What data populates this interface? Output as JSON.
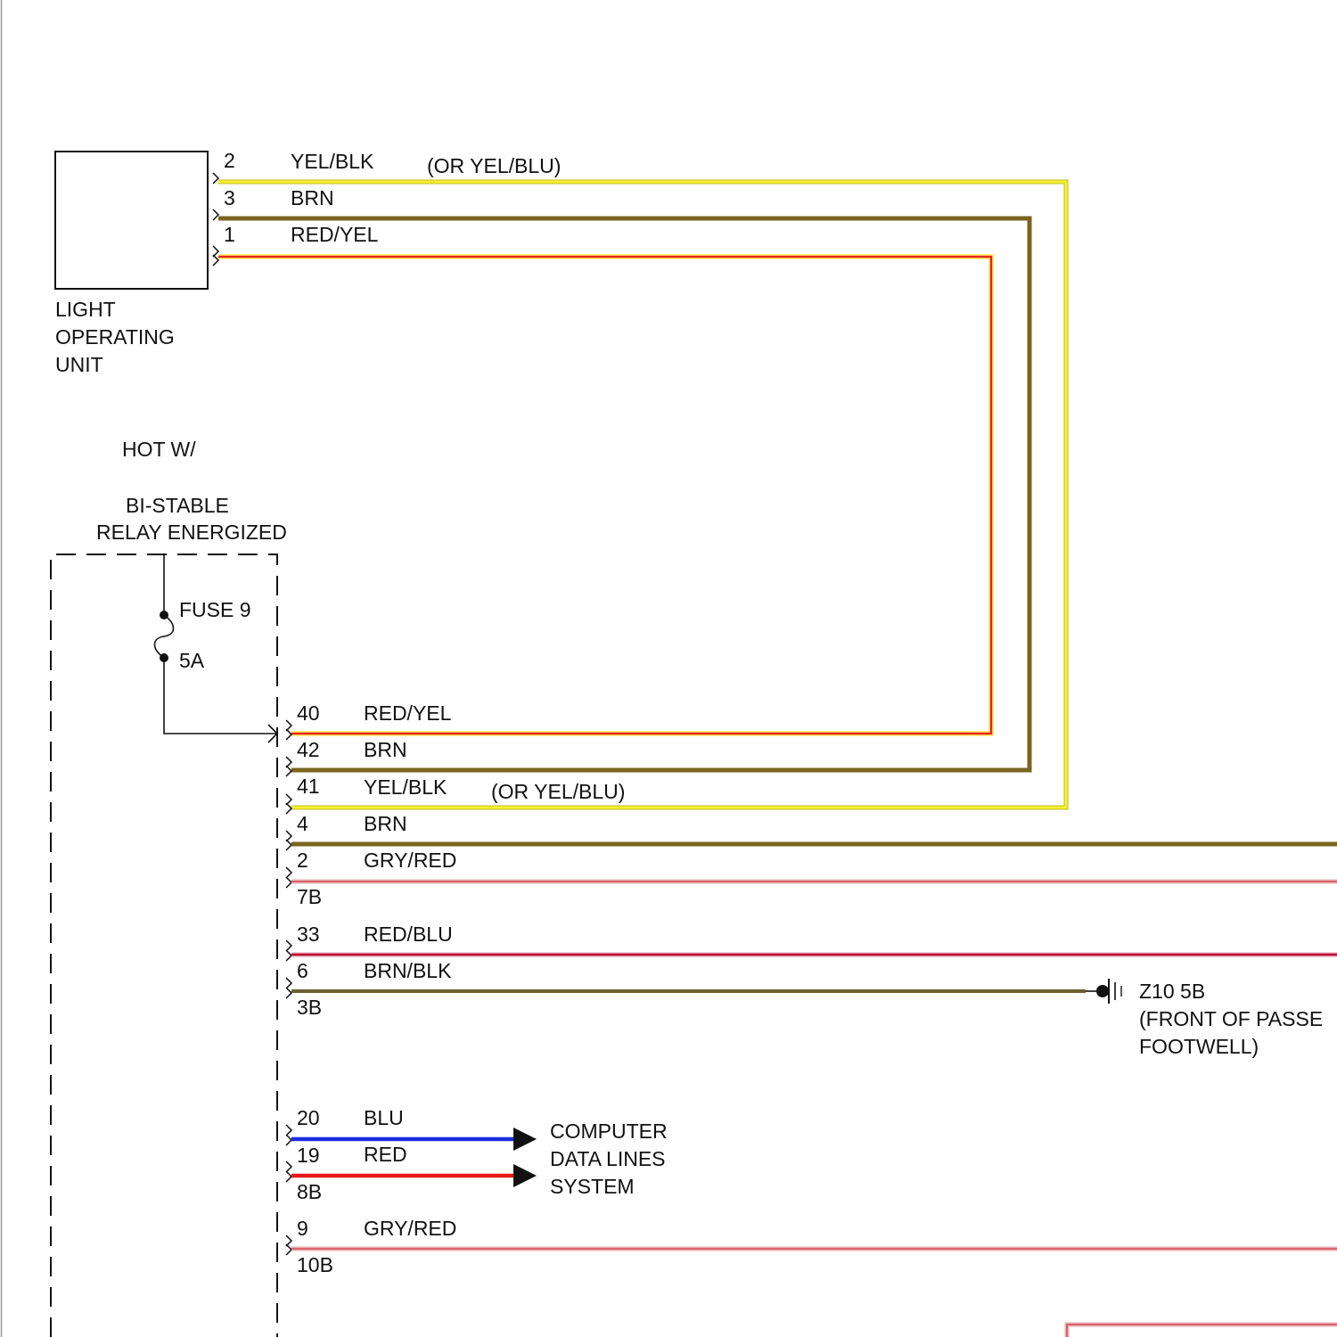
{
  "components": {
    "light_operating_unit": [
      "LIGHT",
      "OPERATING",
      "UNIT"
    ],
    "hot_note": [
      "HOT W/",
      "BI-STABLE",
      "RELAY ENERGIZED"
    ],
    "fuse": {
      "name": "FUSE 9",
      "rating": "5A"
    },
    "ground": {
      "id": "Z10 5B",
      "location_line1": "(FRONT OF PASSE",
      "location_line2": "FOOTWELL)"
    },
    "computer_data": [
      "COMPUTER",
      "DATA LINES",
      "SYSTEM"
    ]
  },
  "top_connector": {
    "wires": [
      {
        "pin": "2",
        "color_code": "YEL/BLK",
        "note": "(OR YEL/BLU)",
        "hex": "#f2ee2e"
      },
      {
        "pin": "3",
        "color_code": "BRN",
        "hex": "#7a6520"
      },
      {
        "pin": "1",
        "color_code": "RED/YEL",
        "hex": "#e82418"
      }
    ]
  },
  "module_connector": {
    "wires": [
      {
        "pin": "40",
        "color_code": "RED/YEL",
        "hex": "#e82418"
      },
      {
        "pin": "42",
        "color_code": "BRN",
        "hex": "#7a6520"
      },
      {
        "pin": "41",
        "color_code": "YEL/BLK",
        "note": "(OR YEL/BLU)",
        "hex": "#f2ee2e"
      },
      {
        "pin": "4",
        "color_code": "BRN",
        "hex": "#7a6520"
      },
      {
        "pin": "2",
        "color_code": "GRY/RED",
        "hex": "#d87a80"
      },
      {
        "pin": "33",
        "color_code": "RED/BLU",
        "hex": "#c81b3a"
      },
      {
        "pin": "6",
        "color_code": "BRN/BLK",
        "hex": "#6b6030"
      },
      {
        "pin": "20",
        "color_code": "BLU",
        "hex": "#1a2ee0"
      },
      {
        "pin": "19",
        "color_code": "RED",
        "hex": "#e81818"
      },
      {
        "pin": "9",
        "color_code": "GRY/RED",
        "hex": "#d87a80"
      }
    ],
    "connector_ids": [
      "7B",
      "3B",
      "8B",
      "10B"
    ]
  }
}
